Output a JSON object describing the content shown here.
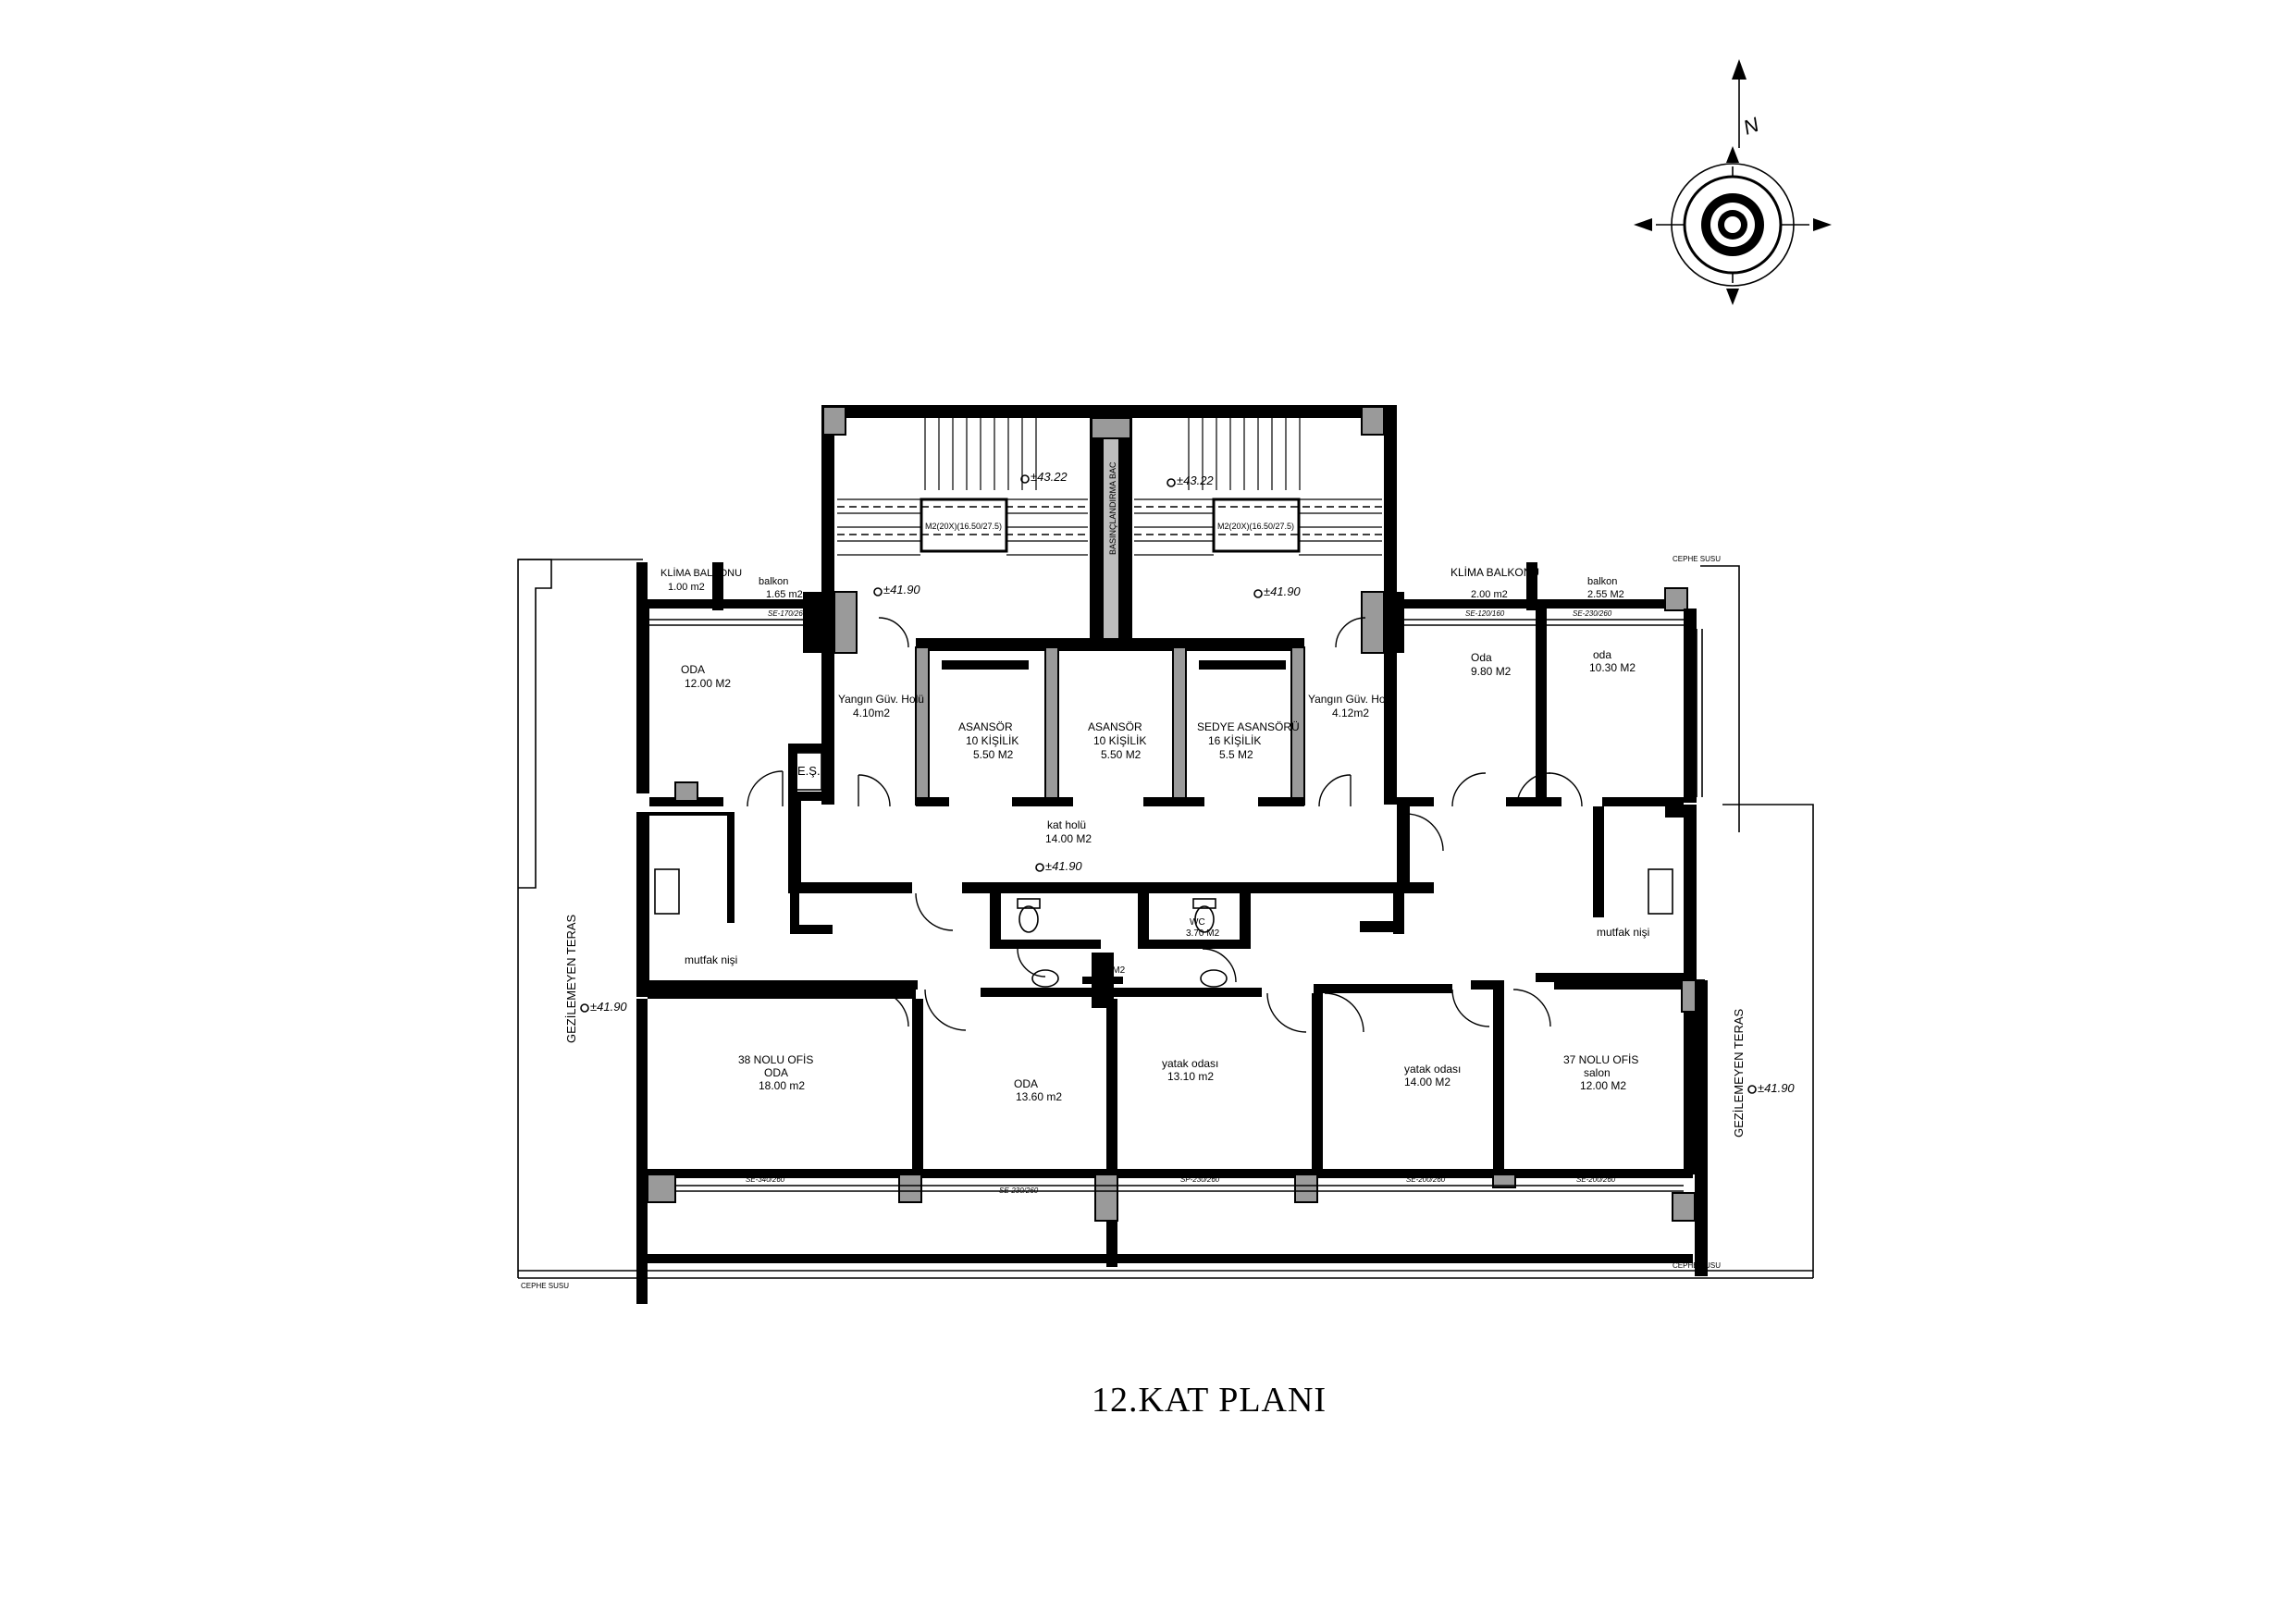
{
  "title": "12.KAT PLANI",
  "north_label": "N",
  "elevations": {
    "stair_left": "±43.22",
    "stair_right": "±43.22",
    "landing_left": "±41.90",
    "landing_right": "±41.90",
    "hall": "±41.90",
    "terrace_left": "±41.90",
    "terrace_right": "±41.90"
  },
  "stair_labels": {
    "left_landing": "M2(20X)(16.50/27.5)",
    "right_landing": "M2(20X)(16.50/27.5)",
    "shaft": "BASINÇLANDIRMA BAC"
  },
  "rooms": {
    "klima_left": {
      "name": "KLİMA BALKONU",
      "area": "1.00 m2"
    },
    "balkon_left": {
      "name": "balkon",
      "area": "1.65 m2"
    },
    "oda_left": {
      "name": "ODA",
      "area": "12.00 M2"
    },
    "yangin_left": {
      "name": "Yangın Güv. Holü",
      "area": "4.10m2"
    },
    "asansor1": {
      "name": "ASANSÖR",
      "capacity": "10 KİŞİLİK",
      "area": "5.50 M2"
    },
    "asansor2": {
      "name": "ASANSÖR",
      "capacity": "10 KİŞİLİK",
      "area": "5.50 M2"
    },
    "sedye": {
      "name": "SEDYE ASANSÖRÜ",
      "capacity": "16 KİŞİLİK",
      "area": "5.5 M2"
    },
    "yangin_right": {
      "name": "Yangın Güv. Holü",
      "area": "4.12m2"
    },
    "klima_right": {
      "name": "KLİMA BALKONU",
      "area": "2.00 m2"
    },
    "balkon_right": {
      "name": "balkon",
      "area": "2.55 M2"
    },
    "oda_r1": {
      "name": "Oda",
      "area": "9.80 M2"
    },
    "oda_r2": {
      "name": "oda",
      "area": "10.30 M2"
    },
    "es": {
      "name": "E.Ş."
    },
    "kat_holu": {
      "name": "kat holü",
      "area": "14.00 M2"
    },
    "mutfak_left": {
      "name": "mutfak nişi"
    },
    "mutfak_right": {
      "name": "mutfak nişi"
    },
    "wc": {
      "name": "WC",
      "area": "3.60 M2"
    },
    "wc2": {
      "name": "WC",
      "area": "3.70 M2"
    },
    "ofis38": {
      "name": "38 NOLU OFİS",
      "sub": "ODA",
      "area": "18.00 m2"
    },
    "oda_mid": {
      "name": "ODA",
      "area": "13.60 m2"
    },
    "yatak1": {
      "name": "yatak odası",
      "area": "13.10 m2"
    },
    "yatak2": {
      "name": "yatak odası",
      "area": "14.00 M2"
    },
    "ofis37": {
      "name": "37 NOLU OFİS",
      "sub": "salon",
      "area": "12.00 M2"
    }
  },
  "terrace_left": "GEZİLEMEYEN TERAS",
  "terrace_right": "GEZİLEMEYEN TERAS",
  "window_tags": {
    "w_top_left": "SE-170/260",
    "w_top_r1": "SE-120/160",
    "w_top_r2": "SE-230/260",
    "w_bot1": "SE-340/260",
    "w_bot2": "SE-230/260",
    "w_bot3": "SP-230/260",
    "w_bot4": "SE-200/260",
    "w_bot5": "SE-200/260"
  },
  "facade_label": "CEPHE SUSU",
  "colors": {
    "wall": "#000000",
    "column": "#9a9a9a",
    "shaft": "#bdbdbd",
    "background": "#ffffff"
  }
}
